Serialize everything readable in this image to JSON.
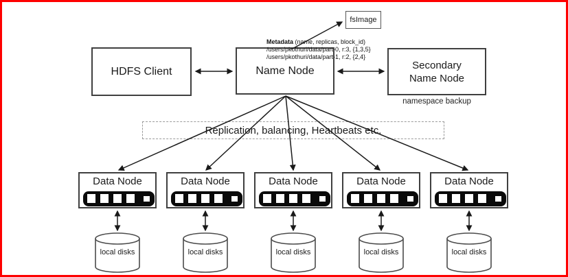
{
  "colors": {
    "frame": "#fe0000",
    "box_border": "#3f3f3f",
    "text": "#1a1a1a",
    "disk_icon": "#0a0a0a",
    "dashed_border": "#9a9a9a"
  },
  "fsimage": {
    "label": "fsImage"
  },
  "metadata": {
    "title_bold": "Metadata",
    "title_rest": " (name, replicas, block_id)",
    "line2": "/users/pkothuri/data/part-0, r:3, {1,3,5}",
    "line3": "/users/pkothuri/data/part-1, r:2, {2,4}"
  },
  "hdfs_client": {
    "label": "HDFS Client"
  },
  "name_node": {
    "label": "Name Node"
  },
  "secondary_name_node": {
    "label_line1": "Secondary",
    "label_line2": "Name Node",
    "caption": "namespace backup"
  },
  "replication_banner": {
    "label": "Replication, balancing, Heartbeats etc."
  },
  "data_nodes": [
    {
      "label": "Data Node",
      "disk_label": "local disks"
    },
    {
      "label": "Data Node",
      "disk_label": "local disks"
    },
    {
      "label": "Data Node",
      "disk_label": "local disks"
    },
    {
      "label": "Data Node",
      "disk_label": "local disks"
    },
    {
      "label": "Data Node",
      "disk_label": "local disks"
    }
  ]
}
